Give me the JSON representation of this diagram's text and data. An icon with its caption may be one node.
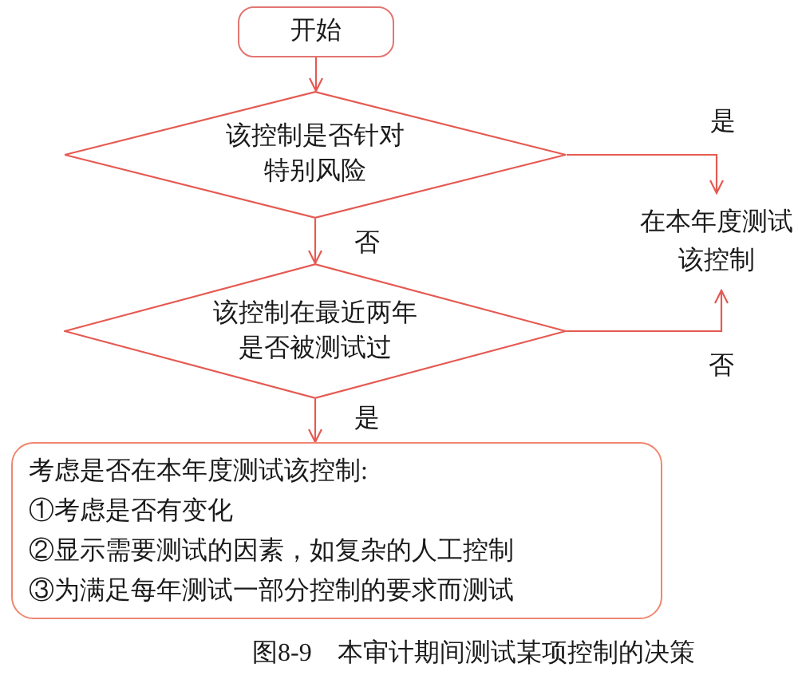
{
  "diagram": {
    "caption": "图8-9　本审计期间测试某项控制的决策",
    "nodes": [
      {
        "text": [
          "开始"
        ]
      },
      {
        "text": [
          "该控制是否针对特别风险"
        ]
      },
      {
        "text": [
          "该控制在最近两年是否被测试过"
        ]
      },
      {
        "text": [
          "在本年度测试该控制"
        ]
      },
      {
        "text": [
          "考虑是否在本年度测试该控制:",
          "①考虑是否有变化",
          "②显示需要测试的因素，如复杂的人工控制",
          "③为满足每年测试一部分控制的要求而测试"
        ]
      }
    ],
    "edges": [
      {
        "from": 0,
        "to": 1,
        "arrow": "to"
      },
      {
        "from": 1,
        "to": 3,
        "label": "是",
        "arrow": "to"
      },
      {
        "from": 1,
        "to": 2,
        "label": "否",
        "arrow": "to"
      },
      {
        "from": 2,
        "to": 3,
        "label": "否",
        "arrow": "to"
      },
      {
        "from": 2,
        "to": 4,
        "label": "是",
        "arrow": "to"
      }
    ]
  }
}
